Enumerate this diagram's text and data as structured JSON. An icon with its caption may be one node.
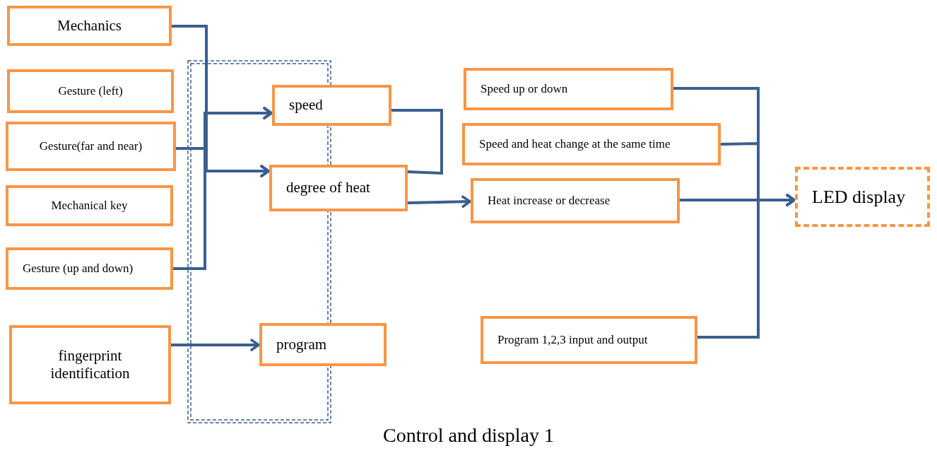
{
  "diagram": {
    "caption": "Control and display 1",
    "nodes": [
      {
        "text": [
          "Mechanics"
        ]
      },
      {
        "text": [
          "Gesture (left)"
        ]
      },
      {
        "text": [
          "Gesture(far and near)"
        ]
      },
      {
        "text": [
          "Mechanical key"
        ]
      },
      {
        "text": [
          "Gesture (up and down)"
        ]
      },
      {
        "text": [
          "fingerprint identification"
        ]
      },
      {
        "text": [
          "speed"
        ]
      },
      {
        "text": [
          "degree of heat"
        ]
      },
      {
        "text": [
          "program"
        ]
      },
      {
        "text": [
          "Speed up or down"
        ]
      },
      {
        "text": [
          "Speed and heat change at the same time"
        ]
      },
      {
        "text": [
          "Heat increase or decrease"
        ]
      },
      {
        "text": [
          "Program 1,2,3 input and output"
        ]
      },
      {
        "text": [
          "LED display"
        ]
      }
    ],
    "edges": [
      {
        "from": 0,
        "to": 6,
        "arrow": "to"
      },
      {
        "from": 0,
        "to": 7,
        "arrow": "to"
      },
      {
        "from": 2,
        "to": 6,
        "arrow": "to"
      },
      {
        "from": 2,
        "to": 7,
        "arrow": "to"
      },
      {
        "from": 4,
        "to": 6,
        "arrow": "to"
      },
      {
        "from": 4,
        "to": 7,
        "arrow": "to"
      },
      {
        "from": 5,
        "to": 8,
        "arrow": "to"
      },
      {
        "from": 6,
        "to": 7,
        "arrow": "none"
      },
      {
        "from": 7,
        "to": 11,
        "arrow": "to"
      },
      {
        "from": 9,
        "to": 13,
        "arrow": "to"
      },
      {
        "from": 10,
        "to": 13,
        "arrow": "to"
      },
      {
        "from": 11,
        "to": 13,
        "arrow": "to"
      },
      {
        "from": 12,
        "to": 13,
        "arrow": "to"
      }
    ]
  }
}
